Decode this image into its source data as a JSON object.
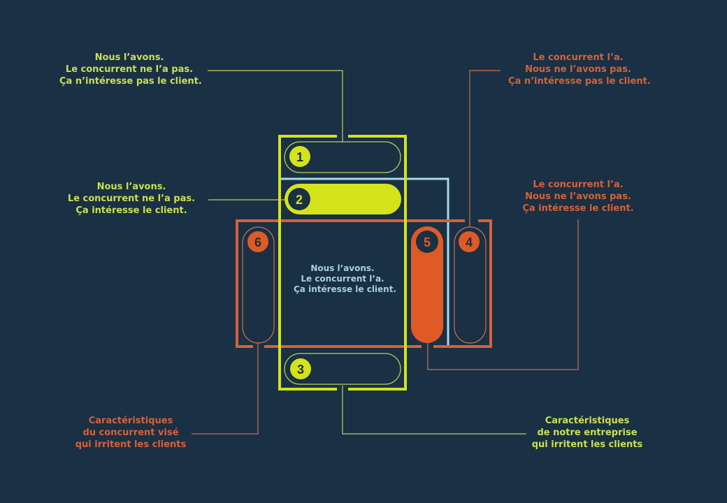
{
  "colors": {
    "background": "#1a3044",
    "lime": "#d4e31a",
    "lime_text": "#c9e052",
    "orange": "#e05a26",
    "orange_line": "#d4623a",
    "light_blue": "#a9dbe9",
    "dark_number": "#1a3044"
  },
  "labels": {
    "top_left": [
      "Nous l’avons.",
      "Le concurrent ne l’a pas.",
      "Ça n’intéresse  pas le client."
    ],
    "mid_left": [
      "Nous l’avons.",
      "Le concurrent ne l’a pas.",
      "Ça intéresse  le client."
    ],
    "top_right": [
      "Le concurrent l’a.",
      "Nous ne l’avons pas.",
      "Ça n’intéresse  pas le client."
    ],
    "mid_right": [
      "Le concurrent l’a.",
      "Nous ne l’avons pas.",
      "Ça intéresse  le client."
    ],
    "center": [
      "Nous l’avons.",
      "Le concurrent l’a.",
      "Ça intéresse le client."
    ],
    "bottom_left": [
      "Caractéristiques",
      "du concurrent visé",
      "qui irritent les clients"
    ],
    "bottom_right": [
      "Caractéristiques",
      "de notre entreprise",
      "qui irritent les clients"
    ]
  },
  "badges": {
    "b1": "1",
    "b2": "2",
    "b3": "3",
    "b4": "4",
    "b5": "5",
    "b6": "6"
  }
}
